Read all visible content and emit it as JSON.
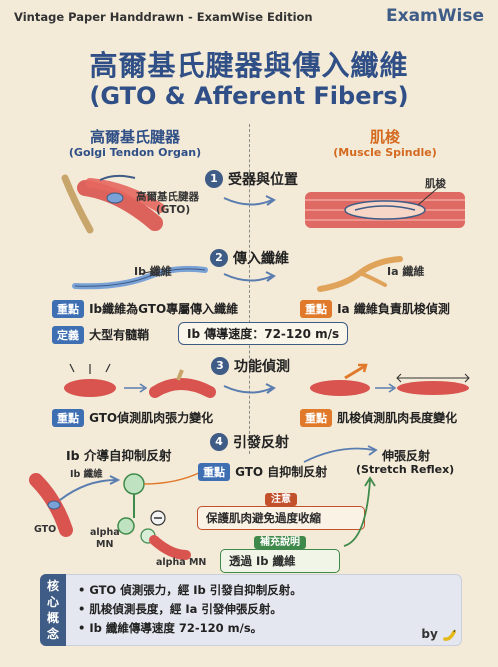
{
  "header": {
    "edition": "Vintage Paper Handdrawn - ExamWise Edition",
    "brand": "ExamWise"
  },
  "title": {
    "main": "高爾基氏腱器與傳入纖維",
    "sub": "(GTO & Afferent Fibers)"
  },
  "columns": {
    "left": {
      "title": "高爾基氏腱器",
      "subtitle": "(Golgi Tendon Organ)"
    },
    "right": {
      "title": "肌梭",
      "subtitle": "(Muscle Spindle)"
    }
  },
  "steps": [
    {
      "num": "1",
      "title": "受器與位置"
    },
    {
      "num": "2",
      "title": "傳入纖維"
    },
    {
      "num": "3",
      "title": "功能偵測"
    },
    {
      "num": "4",
      "title": "引發反射"
    }
  ],
  "step1": {
    "gto_label": "高爾基氏腱器",
    "gto_label2": "(GTO)",
    "spindle_label": "肌梭"
  },
  "step2": {
    "ib_label": "Ib 纖維",
    "ia_label": "Ia 纖維",
    "left_tag": "重點",
    "left_text": "Ib纖維為GTO專屬傳入纖維",
    "right_tag": "重點",
    "right_text": "Ia 纖維負責肌梭偵測",
    "def_tag": "定義",
    "def_text": "大型有髓鞘",
    "speed": "Ib 傳導速度：72-120 m/s"
  },
  "step3": {
    "left_tag": "重點",
    "left_text": "GTO偵測肌肉張力變化",
    "right_tag": "重點",
    "right_text": "肌梭偵測肌肉長度變化"
  },
  "step4": {
    "left_title": "Ib 介導自抑制反射",
    "ib_small": "Ib 纖維",
    "gto_small": "GTO",
    "alpha_mn": "alpha",
    "alpha_mn2": "MN",
    "alpha_mn_b": "alpha MN",
    "key_tag": "重點",
    "key_text": "GTO 自抑制反射",
    "stretch_title": "伸張反射",
    "stretch_sub": "(Stretch Reflex)",
    "note_tag": "注意",
    "note_text": "保護肌肉避免過度收縮",
    "sup_tag": "補充說明",
    "sup_text": "透過 Ib 纖維"
  },
  "summary": {
    "tag": [
      "核",
      "心",
      "概",
      "念"
    ],
    "lines": [
      "• GTO 偵測張力，經 Ib 引發自抑制反射。",
      "• 肌梭偵測長度，經 Ia 引發伸張反射。",
      "• Ib 纖維傳導速度 72-120 m/s。"
    ]
  },
  "footer": {
    "by": "by"
  },
  "colors": {
    "navy": "#2f4f86",
    "orange": "#d46a1f",
    "tag_blue": "#3f6fb3",
    "tag_orange": "#e07a2a",
    "paper": "#f3ead8",
    "muscle": "#d9534f"
  }
}
